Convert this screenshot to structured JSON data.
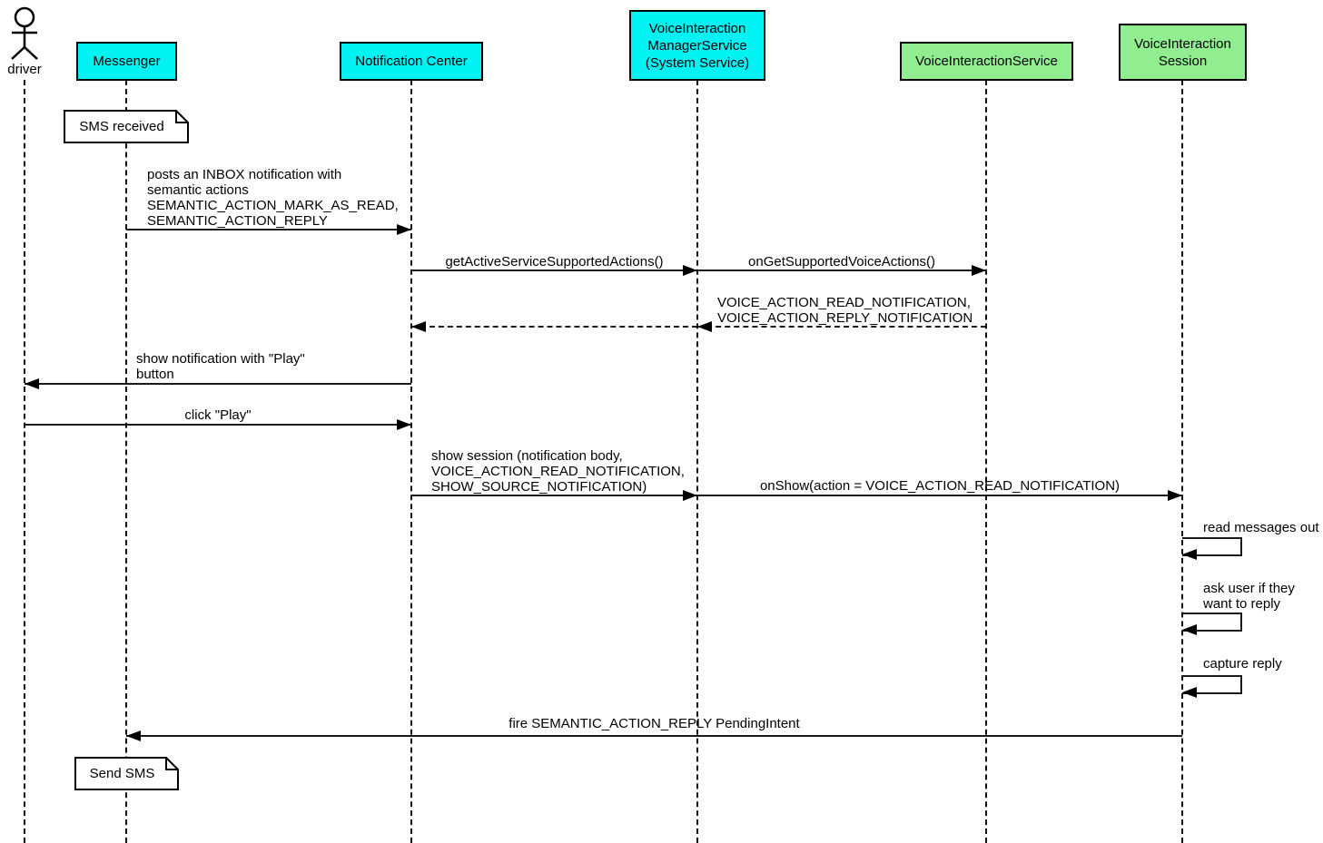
{
  "diagram_type": "uml-sequence-diagram",
  "colors": {
    "system_fill": "#00F2F2",
    "voice_fill": "#90EE90",
    "line": "#000000",
    "background": "#FFFFFF"
  },
  "actor": {
    "label": "driver"
  },
  "participants": [
    {
      "label": "Messenger",
      "fill": "#00F2F2"
    },
    {
      "label": "Notification Center",
      "fill": "#00F2F2"
    },
    {
      "label": "VoiceInteraction\nManagerService\n(System Service)",
      "fill": "#00F2F2"
    },
    {
      "label": "VoiceInteractionService",
      "fill": "#90EE90"
    },
    {
      "label": "VoiceInteraction\nSession",
      "fill": "#90EE90"
    }
  ],
  "notes": [
    {
      "text": "SMS received",
      "attached_to": "Messenger"
    },
    {
      "text": "Send SMS",
      "attached_to": "Messenger"
    }
  ],
  "messages": [
    {
      "from": "Messenger",
      "to": "Notification Center",
      "kind": "call",
      "text": "posts an INBOX notification with\nsemantic actions\nSEMANTIC_ACTION_MARK_AS_READ,\nSEMANTIC_ACTION_REPLY"
    },
    {
      "from": "Notification Center",
      "to": "VoiceInteraction ManagerService (System Service)",
      "kind": "call",
      "text": "getActiveServiceSupportedActions()"
    },
    {
      "from": "VoiceInteraction ManagerService (System Service)",
      "to": "VoiceInteractionService",
      "kind": "call",
      "text": "onGetSupportedVoiceActions()"
    },
    {
      "from": "VoiceInteractionService",
      "to": "Notification Center",
      "kind": "return",
      "text": "VOICE_ACTION_READ_NOTIFICATION,\nVOICE_ACTION_REPLY_NOTIFICATION"
    },
    {
      "from": "Notification Center",
      "to": "driver",
      "kind": "call",
      "text": "show notification with \"Play\"\nbutton"
    },
    {
      "from": "driver",
      "to": "Notification Center",
      "kind": "call",
      "text": "click \"Play\""
    },
    {
      "from": "Notification Center",
      "to": "VoiceInteraction ManagerService (System Service)",
      "kind": "call",
      "text": "show session (notification body,\nVOICE_ACTION_READ_NOTIFICATION,\nSHOW_SOURCE_NOTIFICATION)"
    },
    {
      "from": "VoiceInteraction ManagerService (System Service)",
      "to": "VoiceInteraction Session",
      "kind": "call",
      "text": "onShow(action = VOICE_ACTION_READ_NOTIFICATION)"
    },
    {
      "from": "VoiceInteraction Session",
      "to": "VoiceInteraction Session",
      "kind": "self",
      "text": "read messages out"
    },
    {
      "from": "VoiceInteraction Session",
      "to": "VoiceInteraction Session",
      "kind": "self",
      "text": "ask user if they\nwant to reply"
    },
    {
      "from": "VoiceInteraction Session",
      "to": "VoiceInteraction Session",
      "kind": "self",
      "text": "capture reply"
    },
    {
      "from": "VoiceInteraction Session",
      "to": "Messenger",
      "kind": "call",
      "text": "fire SEMANTIC_ACTION_REPLY PendingIntent"
    }
  ]
}
